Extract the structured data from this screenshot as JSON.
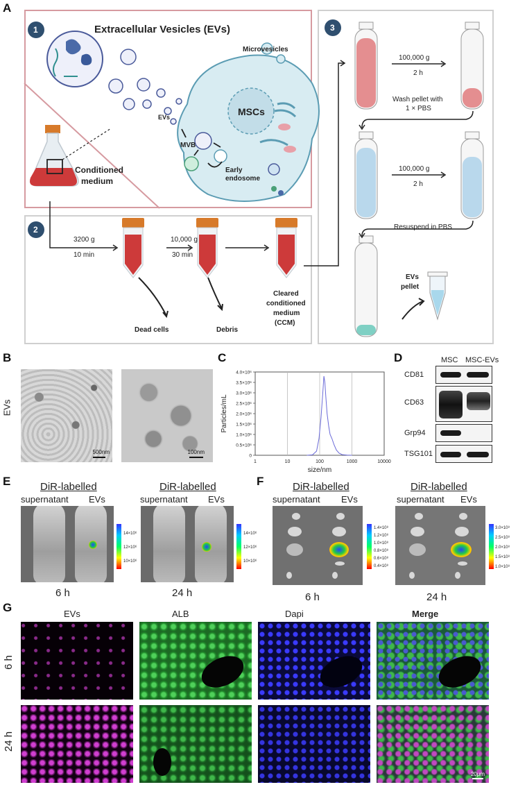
{
  "panels": {
    "A": "A",
    "B": "B",
    "C": "C",
    "D": "D",
    "E": "E",
    "F": "F",
    "G": "G"
  },
  "panelA": {
    "step1_num": "1",
    "step2_num": "2",
    "step3_num": "3",
    "title": "Extracellular Vesicles (EVs)",
    "microvesicles": "Microvesicles",
    "mscs": "MSCs",
    "evs": "EVs",
    "mvb": "MVB",
    "early_endosome_1": "Early",
    "early_endosome_2": "endosome",
    "conditioned_1": "Conditioned",
    "conditioned_2": "medium",
    "spin1_speed": "3200 g",
    "spin1_time": "10 min",
    "spin2_speed": "10,000 g",
    "spin2_time": "30 min",
    "dead_cells": "Dead cells",
    "debris": "Debris",
    "ccm_1": "Cleared",
    "ccm_2": "conditioned",
    "ccm_3": "medium",
    "ccm_4": "(CCM)",
    "uc1_speed": "100,000 g",
    "uc1_time": "2 h",
    "wash_1": "Wash pellet with",
    "wash_2": "1 × PBS",
    "uc2_speed": "100,000 g",
    "uc2_time": "2 h",
    "resuspend": "Resuspend  in PBS",
    "evs_pellet_1": "EVs",
    "evs_pellet_2": "pellet"
  },
  "panelB": {
    "ylabel": "EVs",
    "scale1": "500nm",
    "scale2": "100nm"
  },
  "panelD": {
    "col1": "MSC",
    "col2": "MSC-EVs",
    "rows": [
      "CD81",
      "CD63",
      "Grp94",
      "TSG101"
    ]
  },
  "panelE": {
    "group_label": "DiR-labelled",
    "sub_supernatant": "supernatant",
    "sub_evs": "EVs",
    "times": [
      "6 h",
      "24 h"
    ],
    "scale_ticks": [
      "14×10⁶",
      "12×10⁶",
      "10×10⁶"
    ]
  },
  "panelF": {
    "group_label": "DiR-labelled",
    "sub_supernatant": "supernatant",
    "sub_evs": "EVs",
    "times": [
      "6 h",
      "24 h"
    ],
    "scale_ticks_6h": [
      "1.4×10⁸",
      "1.2×10⁸",
      "1.0×10⁸",
      "0.8×10⁸",
      "0.6×10⁸",
      "0.4×10⁸"
    ],
    "scale_ticks_24h": [
      "3.0×10⁸",
      "2.5×10⁸",
      "2.0×10⁸",
      "1.5×10⁸",
      "1.0×10⁸"
    ]
  },
  "panelG": {
    "columns": [
      "EVs",
      "ALB",
      "Dapi",
      "Merge"
    ],
    "rows": [
      "6 h",
      "24 h"
    ],
    "scale": "20μm",
    "colors": {
      "evs": "#d13fd1",
      "alb": "#2fb33a",
      "dapi": "#2a2ad6"
    }
  },
  "chart_data": {
    "type": "line",
    "title": "",
    "xlabel": "size/nm",
    "ylabel": "Particles/mL",
    "xscale": "log",
    "xlim": [
      1,
      10000
    ],
    "ylim": [
      0,
      4000000
    ],
    "x_ticks": [
      "1",
      "10",
      "100",
      "1000",
      "10000"
    ],
    "y_ticks": [
      "0",
      "0.5×10⁶",
      "1.0×10⁶",
      "1.5×10⁶",
      "2.0×10⁶",
      "2.5×10⁶",
      "3.0×10⁶",
      "3.5×10⁶",
      "4.0×10⁶"
    ],
    "y_tick_values": [
      0,
      500000,
      1000000,
      1500000,
      2000000,
      2500000,
      3000000,
      3500000,
      4000000
    ],
    "grid": true,
    "line_color": "#6a6ad8",
    "series": [
      {
        "x": [
          40,
          60,
          80,
          95,
          110,
          125,
          135,
          145,
          155,
          170,
          190,
          210,
          240,
          280,
          330,
          400,
          500,
          700,
          1000
        ],
        "y": [
          0,
          20000,
          200000,
          800000,
          1800000,
          3000000,
          3800000,
          3500000,
          2800000,
          2000000,
          1400000,
          1000000,
          800000,
          500000,
          250000,
          100000,
          30000,
          5000,
          0
        ]
      }
    ]
  }
}
